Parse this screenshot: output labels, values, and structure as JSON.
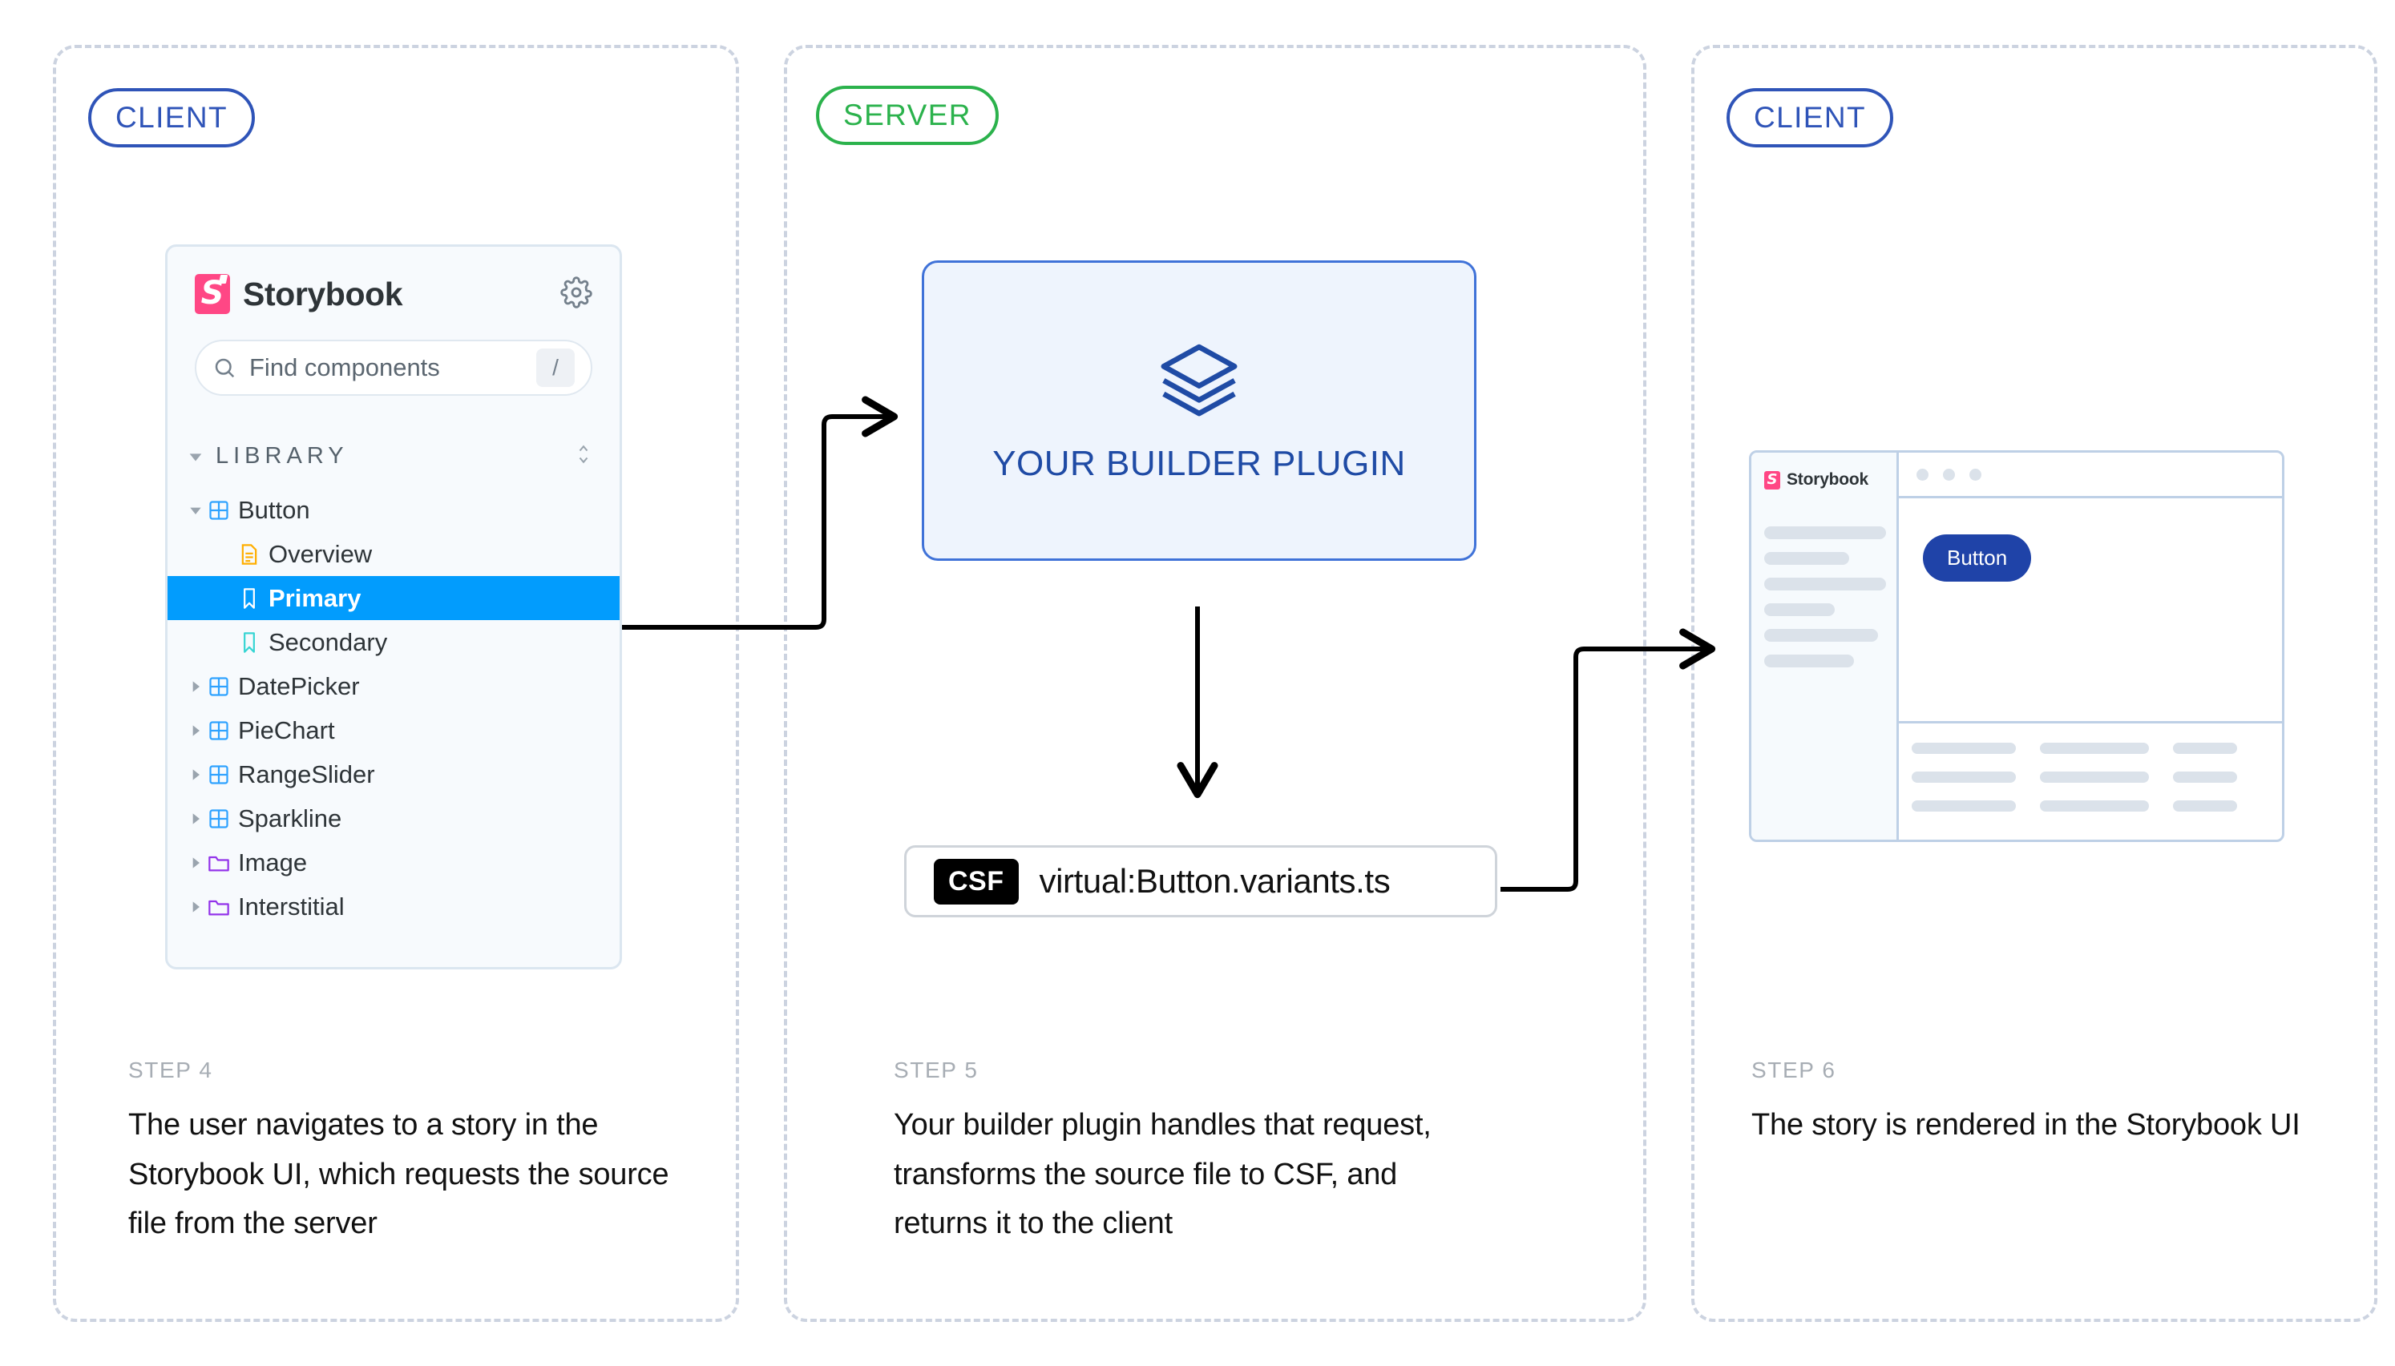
{
  "panels": [
    {
      "role_badge": "CLIENT"
    },
    {
      "role_badge": "SERVER"
    },
    {
      "role_badge": "CLIENT"
    }
  ],
  "storybook_app": {
    "logo_letter": "S",
    "title": "Storybook",
    "gear_icon": "gear-icon",
    "search": {
      "placeholder": "Find components",
      "shortcut_key": "/",
      "search_icon": "search-icon"
    },
    "section": {
      "label": "LIBRARY",
      "twisty_icon": "chevron-down-icon",
      "sort_icon": "sort-updown-icon"
    },
    "tree": [
      {
        "label": "Button",
        "icon": "component-icon",
        "twisty": "expanded",
        "depth": 0,
        "selected": false
      },
      {
        "label": "Overview",
        "icon": "docs-icon",
        "twisty": "none",
        "depth": 1,
        "selected": false
      },
      {
        "label": "Primary",
        "icon": "story-icon",
        "twisty": "none",
        "depth": 1,
        "selected": true
      },
      {
        "label": "Secondary",
        "icon": "story-icon",
        "twisty": "none",
        "depth": 1,
        "selected": false
      },
      {
        "label": "DatePicker",
        "icon": "component-icon",
        "twisty": "collapsed",
        "depth": 0,
        "selected": false
      },
      {
        "label": "PieChart",
        "icon": "component-icon",
        "twisty": "collapsed",
        "depth": 0,
        "selected": false
      },
      {
        "label": "RangeSlider",
        "icon": "component-icon",
        "twisty": "collapsed",
        "depth": 0,
        "selected": false
      },
      {
        "label": "Sparkline",
        "icon": "component-icon",
        "twisty": "collapsed",
        "depth": 0,
        "selected": false
      },
      {
        "label": "Image",
        "icon": "folder-icon",
        "twisty": "collapsed",
        "depth": 0,
        "selected": false
      },
      {
        "label": "Interstitial",
        "icon": "folder-icon",
        "twisty": "collapsed",
        "depth": 0,
        "selected": false
      }
    ]
  },
  "builder_card": {
    "label": "YOUR BUILDER PLUGIN",
    "icon": "layers-icon"
  },
  "csf_file": {
    "badge": "CSF",
    "filename": "virtual:Button.variants.ts"
  },
  "mini_browser": {
    "logo_letter": "S",
    "title": "Storybook",
    "preview_button_label": "Button",
    "window_dots": 3,
    "sidebar_skeleton_widths": [
      152,
      106,
      152,
      88,
      142,
      112
    ],
    "addon_columns": [
      {
        "widths": [
          130,
          130,
          130
        ]
      },
      {
        "widths": [
          136,
          136,
          136
        ]
      },
      {
        "widths": [
          80,
          80,
          80
        ]
      }
    ]
  },
  "steps": [
    {
      "eyebrow": "STEP 4",
      "body": "The user navigates to a story in the Storybook UI, which requests the source file from the server"
    },
    {
      "eyebrow": "STEP 5",
      "body": "Your builder plugin handles that request, transforms the source file to CSF, and returns it to the client"
    },
    {
      "eyebrow": "STEP 6",
      "body": "The story is rendered in the Storybook UI"
    }
  ],
  "colors": {
    "client_blue": "#2f54b8",
    "server_green": "#2bb24c",
    "selected_row": "#029cfd",
    "storybook_pink": "#ff4785",
    "builder_blue": "#1f4ba5",
    "panel_dash": "#ccd3e0",
    "preview_button": "#1f43a8"
  },
  "connectors": [
    {
      "name": "client-to-server-arrow",
      "direction": "right"
    },
    {
      "name": "builder-to-csf-arrow",
      "direction": "down"
    },
    {
      "name": "csf-to-client-arrow",
      "direction": "right"
    }
  ]
}
